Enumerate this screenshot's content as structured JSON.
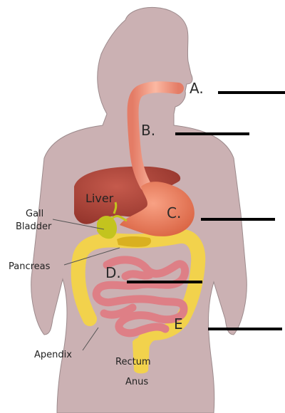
{
  "colors": {
    "body": "#cbb1b3",
    "body_outline": "#9c8a8c",
    "liver": "#a8443c",
    "esophagus": "#f2957e",
    "stomach": "#e8795e",
    "gall_bladder": "#c3c41e",
    "pancreas": "#d9b020",
    "colon": "#f2d24c",
    "small_intestine": "#de7f86",
    "blank_line": "#000000"
  },
  "organs": {
    "liver": "Liver",
    "gall_bladder_line1": "Gall",
    "gall_bladder_line2": "Bladder",
    "pancreas": "Pancreas",
    "apendix": "Apendix",
    "rectum": "Rectum",
    "anus": "Anus"
  },
  "answer_labels": {
    "a": "A.",
    "b": "B.",
    "c": "C.",
    "d": "D.",
    "e": "E"
  }
}
